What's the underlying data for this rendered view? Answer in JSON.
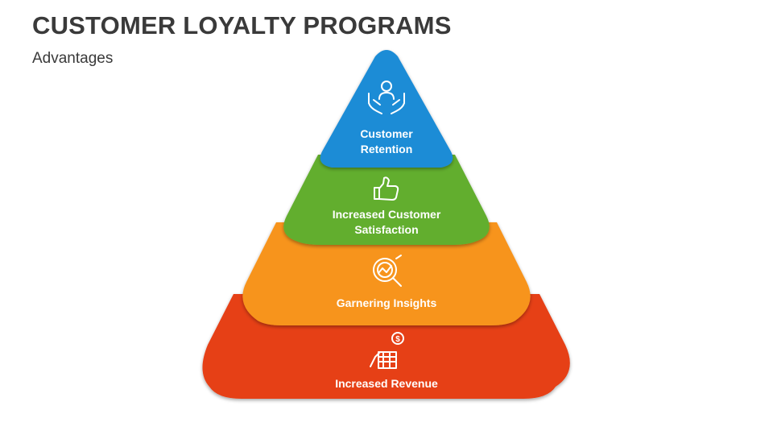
{
  "header": {
    "title": "CUSTOMER LOYALTY PROGRAMS",
    "subtitle": "Advantages"
  },
  "colors": {
    "tier1": "#1E8CD6",
    "tier2": "#62AE2E",
    "tier3": "#F7941E",
    "tier4": "#E63F17",
    "text": "#3a3a3a"
  },
  "tiers": [
    {
      "icon": "hands-person-icon",
      "label_lines": [
        "Customer",
        "Retention"
      ]
    },
    {
      "icon": "thumbs-up-icon",
      "label_lines": [
        "Increased Customer",
        "Satisfaction"
      ]
    },
    {
      "icon": "magnifier-chart-icon",
      "label_lines": [
        "Garnering Insights"
      ]
    },
    {
      "icon": "revenue-growth-icon",
      "label_lines": [
        "Increased Revenue"
      ]
    }
  ]
}
